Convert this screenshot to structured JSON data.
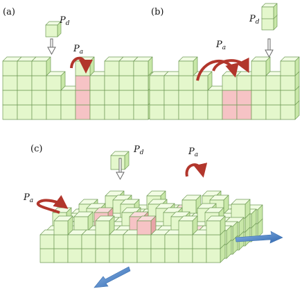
{
  "panel_a": {
    "label": "(a)",
    "deposit_symbol": "P",
    "deposit_sub": "d",
    "arrow_symbol": "P",
    "arrow_sub": "a"
  },
  "panel_b": {
    "label": "(b)",
    "deposit_symbol": "P",
    "deposit_sub": "d",
    "arrow_symbol": "P",
    "arrow_sub": "a"
  },
  "panel_c": {
    "label": "(c)",
    "deposit_symbol": "P",
    "deposit_sub": "d",
    "arrow_right_symbol": "P",
    "arrow_right_sub": "a",
    "arrow_left_symbol": "P",
    "arrow_left_sub": "a"
  },
  "colors": {
    "cube_green_front": "#e4f7cc",
    "cube_green_top": "#f2fce4",
    "cube_green_side": "#c8e7a8",
    "cube_edge": "#6f9a55",
    "cube_pink_front": "#f6c3c5",
    "cube_pink_top": "#fbdcdd",
    "cube_pink_side": "#e9a4a8",
    "cube_violet_front": "#d6d0f0",
    "curved_arrow": "#b2362c",
    "direction_arrow": "#4f86c9"
  }
}
